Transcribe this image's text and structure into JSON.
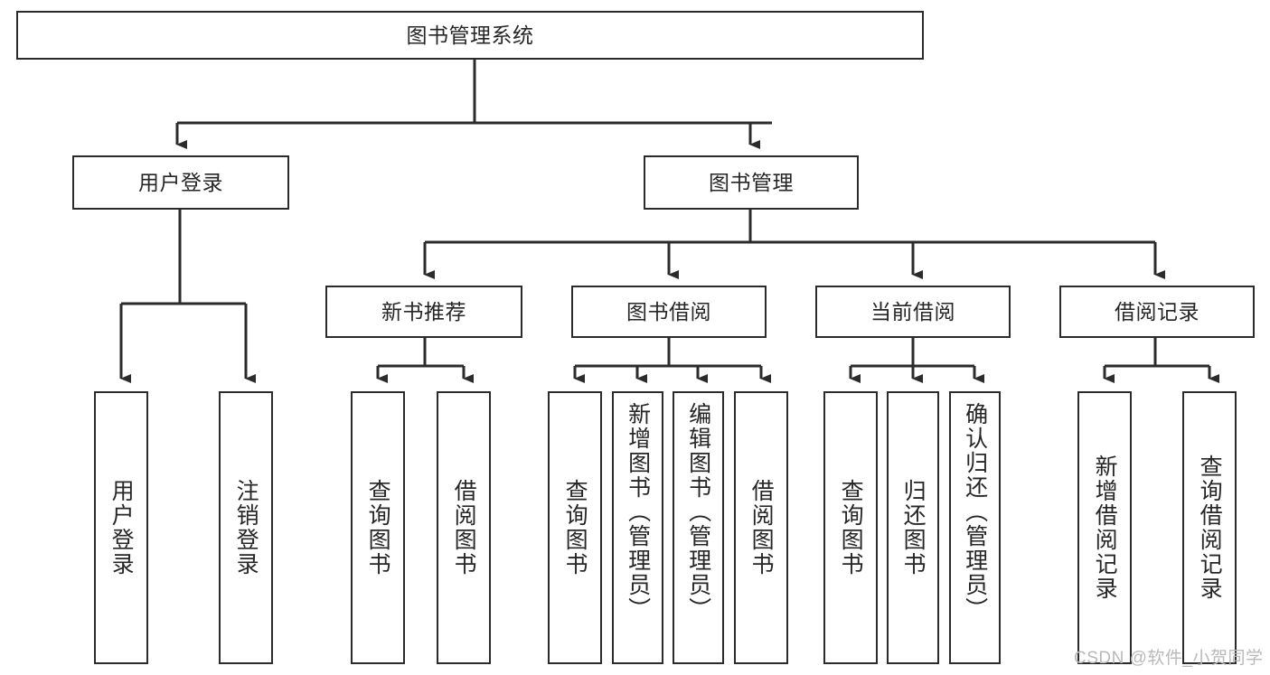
{
  "diagram": {
    "type": "tree-hierarchy",
    "title": "图书管理系统",
    "style": {
      "background": "#ffffff",
      "box_border": "#2b2b2b",
      "box_fill": "#ffffff",
      "edge_color": "#2b2b2b",
      "text_color": "#262626",
      "watermark_color": "#b9b9b9"
    },
    "root": {
      "label": "图书管理系统"
    },
    "level2": [
      {
        "label": "用户登录"
      },
      {
        "label": "图书管理"
      }
    ],
    "level3": [
      {
        "label": "新书推荐"
      },
      {
        "label": "图书借阅"
      },
      {
        "label": "当前借阅"
      },
      {
        "label": "借阅记录"
      }
    ],
    "leaves": {
      "user_login": [
        {
          "label": "用户登录"
        },
        {
          "label": "注销登录"
        }
      ],
      "new_book_recommend": [
        {
          "label": "查询图书"
        },
        {
          "label": "借阅图书"
        }
      ],
      "book_borrow": [
        {
          "label": "查询图书"
        },
        {
          "label": "新增图书（管理员）"
        },
        {
          "label": "编辑图书（管理员）"
        },
        {
          "label": "借阅图书"
        }
      ],
      "current_borrow": [
        {
          "label": "查询图书"
        },
        {
          "label": "归还图书"
        },
        {
          "label": "确认归还（管理员）"
        }
      ],
      "borrow_record": [
        {
          "label": "新增借阅记录"
        },
        {
          "label": "查询借阅记录"
        }
      ]
    }
  },
  "watermark": {
    "text": "CSDN @软件_小贺同学"
  }
}
